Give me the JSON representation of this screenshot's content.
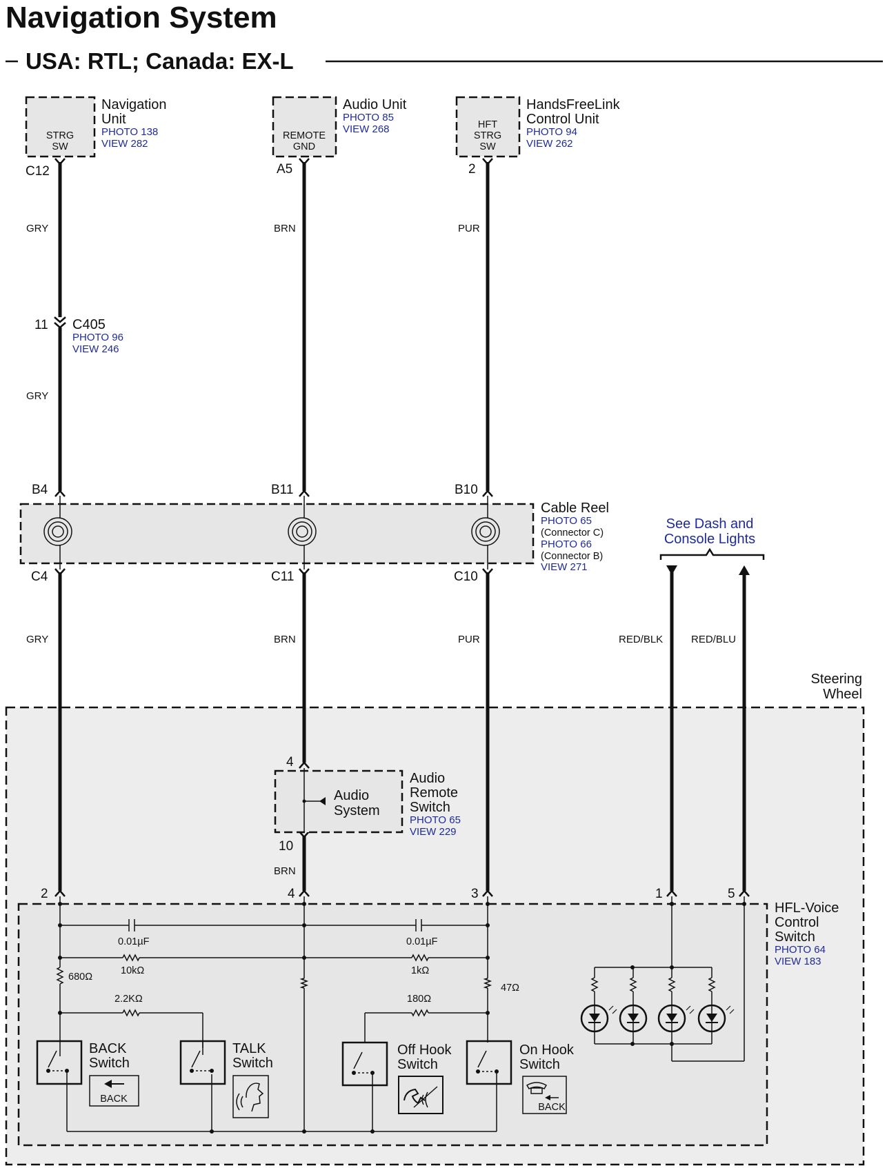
{
  "title": "Navigation System",
  "subtitle": "USA: RTL; Canada: EX-L",
  "components": {
    "navigation_unit": {
      "name_line1": "Navigation",
      "name_line2": "Unit",
      "photo": "PHOTO 138",
      "view": "VIEW 282",
      "terminal_line1": "STRG",
      "terminal_line2": "SW",
      "pin": "C12"
    },
    "audio_unit": {
      "name": "Audio Unit",
      "photo": "PHOTO 85",
      "view": "VIEW 268",
      "terminal_line1": "REMOTE",
      "terminal_line2": "GND",
      "pin": "A5"
    },
    "hfl_control_unit": {
      "name_line1": "HandsFreeLink",
      "name_line2": "Control Unit",
      "photo": "PHOTO 94",
      "view": "VIEW 262",
      "terminal_line1": "HFT",
      "terminal_line2": "STRG",
      "terminal_line3": "SW",
      "pin": "2"
    },
    "c405": {
      "name": "C405",
      "photo": "PHOTO 96",
      "view": "VIEW 246",
      "pin": "11"
    },
    "cable_reel": {
      "name": "Cable Reel",
      "photo_c": "PHOTO 65",
      "connector_c": "(Connector C)",
      "photo_b": "PHOTO 66",
      "connector_b": "(Connector B)",
      "view": "VIEW 271",
      "pins_top": [
        "B4",
        "B11",
        "B10"
      ],
      "pins_bottom": [
        "C4",
        "C11",
        "C10"
      ]
    },
    "dash_lights": {
      "line1": "See Dash and",
      "line2": "Console Lights"
    },
    "steering_wheel": {
      "line1": "Steering",
      "line2": "Wheel"
    },
    "audio_remote_switch": {
      "name_line1": "Audio",
      "name_line2": "Remote",
      "name_line3": "Switch",
      "photo": "PHOTO 65",
      "view": "VIEW 229",
      "inner_line1": "Audio",
      "inner_line2": "System",
      "pin_top": "4",
      "pin_bottom": "10"
    },
    "hfl_voice_switch": {
      "name_line1": "HFL-Voice",
      "name_line2": "Control",
      "name_line3": "Switch",
      "photo": "PHOTO 64",
      "view": "VIEW 183",
      "pins": [
        "2",
        "4",
        "3",
        "1",
        "5"
      ]
    }
  },
  "wires": {
    "gry": "GRY",
    "brn": "BRN",
    "pur": "PUR",
    "red_blk": "RED/BLK",
    "red_blu": "RED/BLU"
  },
  "parts": {
    "cap1": "0.01µF",
    "cap2": "0.01µF",
    "r10k": "10kΩ",
    "r1k": "1kΩ",
    "r680": "680Ω",
    "r22k": "2.2KΩ",
    "r180": "180Ω",
    "r47": "47Ω"
  },
  "switches": {
    "back": {
      "line1": "BACK",
      "line2": "Switch",
      "icon_text": "BACK"
    },
    "talk": {
      "line1": "TALK",
      "line2": "Switch"
    },
    "off_hook": {
      "line1": "Off Hook",
      "line2": "Switch"
    },
    "on_hook": {
      "line1": "On Hook",
      "line2": "Switch",
      "icon_text": "BACK"
    }
  }
}
